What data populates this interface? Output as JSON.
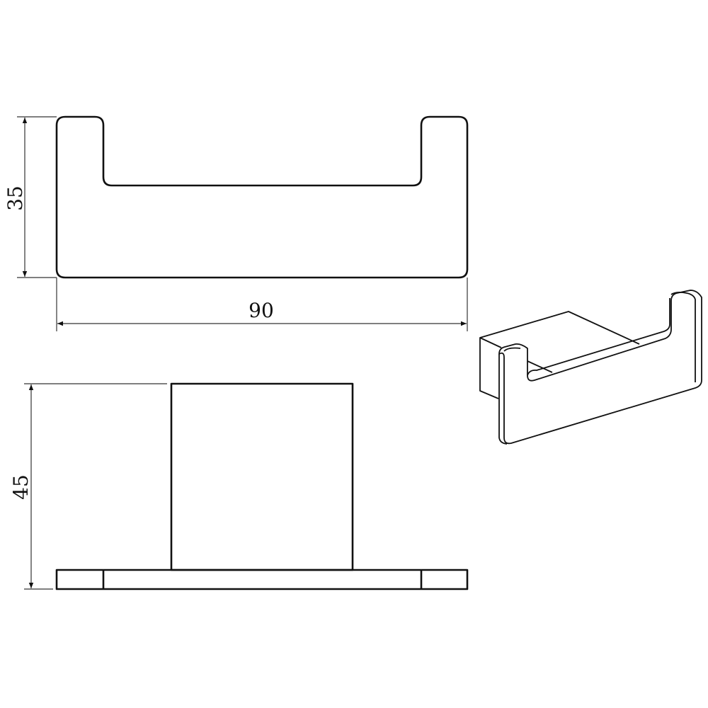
{
  "dimensions": {
    "height_front": "35",
    "width_front": "90",
    "depth_side": "45"
  },
  "colors": {
    "line": "#111111",
    "background": "#ffffff"
  }
}
